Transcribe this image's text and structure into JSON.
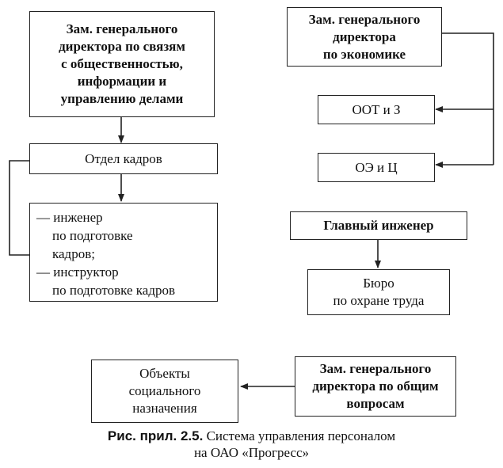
{
  "boxes": {
    "deputy_pr": "Зам. генерального\nдиректора по связям\nс общественностью,\nинформации и\nуправлению делами",
    "hr_department": "Отдел кадров",
    "deputy_economics": "Зам. генерального\nдиректора\nпо экономике",
    "oot_z": "ООТ и З",
    "oe_c": "ОЭ и Ц",
    "chief_engineer": "Главный инженер",
    "safety_bureau": "Бюро\nпо охране труда",
    "social_objects": "Объекты\nсоциального\nназначения",
    "deputy_general": "Зам. генерального\nдиректора по общим\nвопросам"
  },
  "hr_list": {
    "item1_line1": "— инженер",
    "item1_line2": "по подготовке",
    "item1_line3": "кадров;",
    "item2_line1": "— инструктор",
    "item2_line2": "по подготовке кадров"
  },
  "caption": {
    "label": "Рис. прил. 2.5.",
    "line1": " Система управления персоналом",
    "line2": "на ОАО «Прогресс»"
  }
}
